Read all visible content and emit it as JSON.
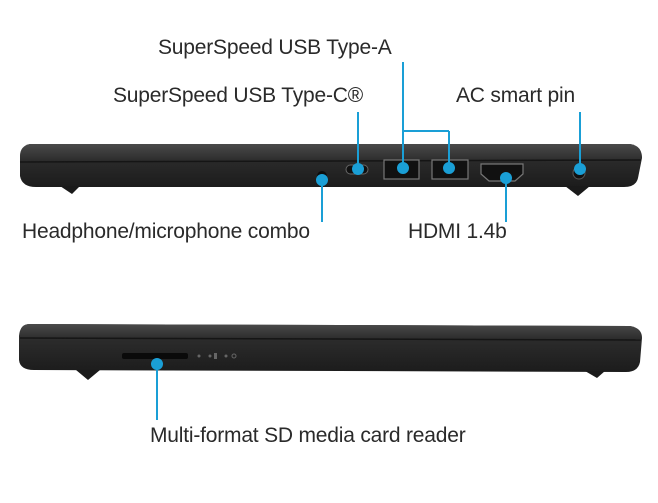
{
  "labels": {
    "usb_a": "SuperSpeed USB Type-A",
    "usb_c": "SuperSpeed USB Type-C®",
    "ac_pin": "AC smart pin",
    "headphone": "Headphone/microphone combo",
    "hdmi": "HDMI 1.4b",
    "sd_reader": "Multi-format SD media card reader"
  },
  "colors": {
    "callout": "#1a9fd6",
    "laptop_body": "#2b2b2b",
    "text": "#2a2a2a"
  }
}
